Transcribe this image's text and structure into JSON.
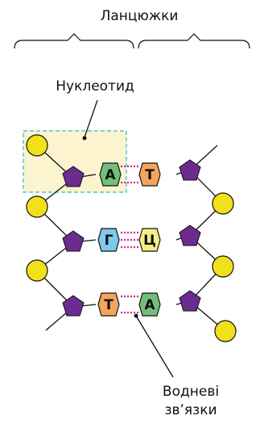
{
  "labels": {
    "chains": "Ланцюжки",
    "nucleotide": "Нуклеотид",
    "hbonds_line1": "Водневі",
    "hbonds_line2": "зв’язки"
  },
  "pairs": [
    {
      "left": "А",
      "right": "Т"
    },
    {
      "left": "Г",
      "right": "Ц"
    },
    {
      "left": "Т",
      "right": "А"
    }
  ],
  "colors": {
    "phosphate": "#f2e11a",
    "sugar": "#6b2b8f",
    "base_A": "#73bf7a",
    "base_T": "#f4a45c",
    "base_G": "#7fc9ec",
    "base_C": "#f3ee8a",
    "hbond": "#d9238e",
    "highlight_fill": "#fbf4cf",
    "highlight_border": "#3bb3cf"
  }
}
